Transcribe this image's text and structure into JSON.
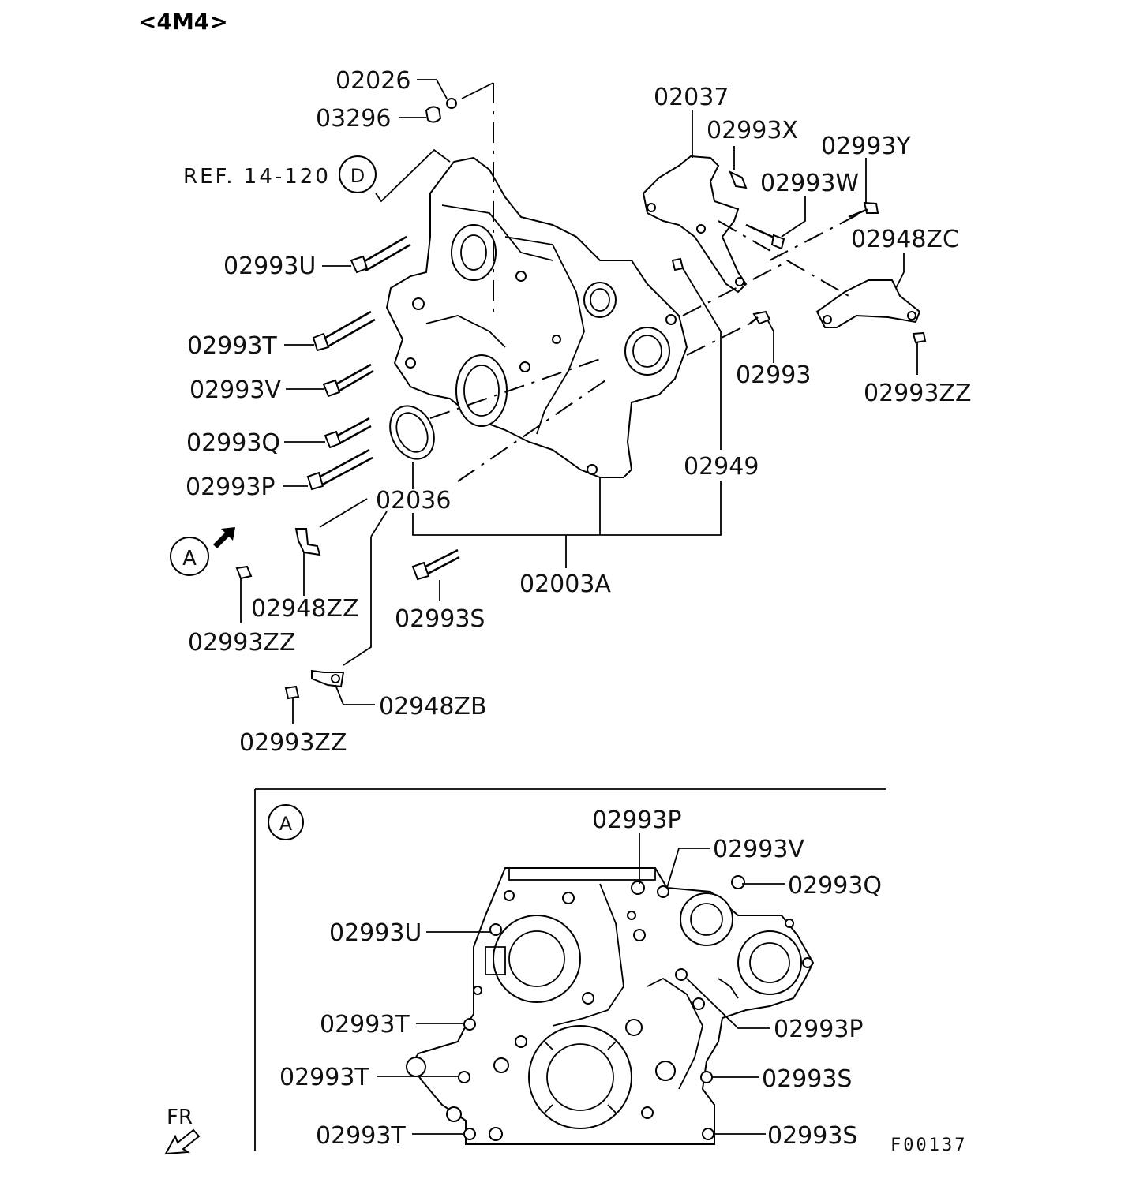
{
  "title": "<4M4>",
  "figure_code": "F00137",
  "ref_label": "REF. 14-120",
  "ref_circle": "D",
  "view_marker": "A",
  "inset_marker": "A",
  "direction_label": "FR",
  "callouts": {
    "c02026": "02026",
    "c03296": "03296",
    "c02037": "02037",
    "c02993X": "02993X",
    "c02993Y": "02993Y",
    "c02993W": "02993W",
    "c02948ZC": "02948ZC",
    "c02993U": "02993U",
    "c02993T": "02993T",
    "c02993V": "02993V",
    "c02993Q": "02993Q",
    "c02993P": "02993P",
    "c02993": "02993",
    "c02993ZZ_right": "02993ZZ",
    "c02949": "02949",
    "c02036": "02036",
    "c02003A": "02003A",
    "c02948ZZ": "02948ZZ",
    "c02993ZZ_left": "02993ZZ",
    "c02993S": "02993S",
    "c02948ZB": "02948ZB",
    "c02993ZZ_bottom": "02993ZZ"
  },
  "inset_callouts": {
    "i02993P_top": "02993P",
    "i02993V": "02993V",
    "i02993Q": "02993Q",
    "i02993U": "02993U",
    "i02993T_1": "02993T",
    "i02993P_right": "02993P",
    "i02993T_2": "02993T",
    "i02993S_1": "02993S",
    "i02993T_3": "02993T",
    "i02993S_2": "02993S"
  }
}
